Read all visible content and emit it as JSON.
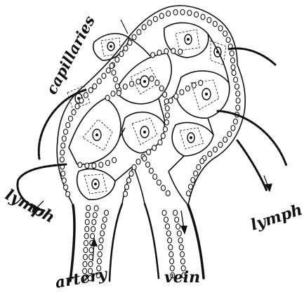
{
  "labels": {
    "capillaries": "capillaries",
    "lymph_left": "lymph",
    "lymph_right": "lymph",
    "artery": "artery",
    "vein": "vein"
  },
  "colors": {
    "ink": "#111111",
    "paper": "#ffffff"
  }
}
